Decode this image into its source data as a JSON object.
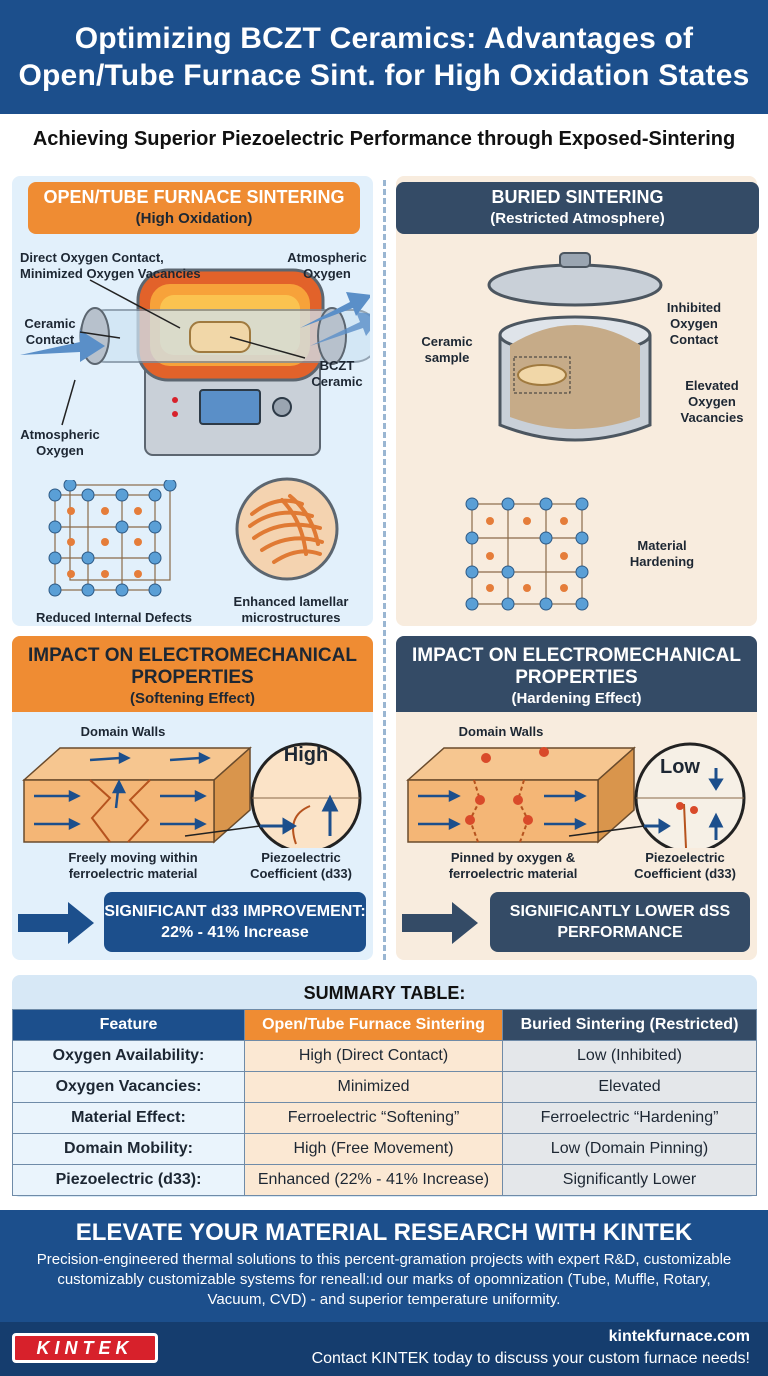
{
  "header": {
    "title_line1": "Optimizing BCZT Ceramics: Advantages of",
    "title_line2": "Open/Tube Furnace Sint. for High Oxidation States"
  },
  "subtitle": "Achieving Superior Piezoelectric Performance through Exposed-Sintering",
  "left": {
    "title": "OPEN/TUBE FURNACE SINTERING",
    "subtitle": "(High Oxidation)",
    "labels": {
      "direct_oxygen_1": "Direct Oxygen Contact,",
      "direct_oxygen_2": "Minimized Oxygen Vacancies",
      "atm_oxygen_top_1": "Atmospheric",
      "atm_oxygen_top_2": "Oxygen",
      "ceramic_contact_1": "Ceramic",
      "ceramic_contact_2": "Contact",
      "bczt_1": "BCZT",
      "bczt_2": "Ceramic",
      "atm_oxygen_bot_1": "Atmospheric",
      "atm_oxygen_bot_2": "Oxygen",
      "reduced_defects": "Reduced Internal Defects",
      "lamellar_1": "Enhanced lamellar",
      "lamellar_2": "microstructures"
    }
  },
  "right": {
    "title": "BURIED SINTERING",
    "subtitle": "(Restricted Atmosphere)",
    "labels": {
      "inhibited_1": "Inhibited",
      "inhibited_2": "Oxygen",
      "inhibited_3": "Contact",
      "ceramic_sample_1": "Ceramic",
      "ceramic_sample_2": "sample",
      "elevated_1": "Elevated",
      "elevated_2": "Oxygen",
      "elevated_3": "Vacancies",
      "hardening_1": "Material",
      "hardening_2": "Hardening"
    }
  },
  "impact_left": {
    "title_1": "IMPACT ON ELECTROMECHANICAL",
    "title_2": "PROPERTIES",
    "subtitle": "(Softening Effect)",
    "domain_walls": "Domain Walls",
    "level": "High",
    "caption_1": "Freely moving within",
    "caption_2": "ferroelectric material",
    "coef_1": "Piezoelectric",
    "coef_2": "Coefficient (d33)",
    "callout_1": "SIGNIFICANT d33 IMPROVEMENT:",
    "callout_2": "22% - 41% Increase"
  },
  "impact_right": {
    "title_1": "IMPACT ON ELECTROMECHANICAL",
    "title_2": "PROPERTIES",
    "subtitle": "(Hardening Effect)",
    "domain_walls": "Domain Walls",
    "level": "Low",
    "caption_1": "Pinned by oxygen &",
    "caption_2": "ferroelectric material",
    "coef_1": "Piezoelectric",
    "coef_2": "Coefficient (d33)",
    "callout_1": "SIGNIFICANTLY LOWER dSS",
    "callout_2": "PERFORMANCE"
  },
  "summary": {
    "title": "SUMMARY TABLE:",
    "headers": [
      "Feature",
      "Open/Tube Furnace Sintering",
      "Buried Sintering (Restricted)"
    ],
    "rows": [
      [
        "Oxygen Availability:",
        "High (Direct Contact)",
        "Low (Inhibited)"
      ],
      [
        "Oxygen Vacancies:",
        "Minimized",
        "Elevated"
      ],
      [
        "Material Effect:",
        "Ferroelectric “Softening”",
        "Ferroelectric “Hardening”"
      ],
      [
        "Domain Mobility:",
        "High (Free Movement)",
        "Low (Domain Pinning)"
      ],
      [
        "Piezoelectric (d33):",
        "Enhanced (22% - 41% Increase)",
        "Significantly Lower"
      ]
    ]
  },
  "footer": {
    "title": "ELEVATE YOUR MATERIAL RESEARCH WITH KINTEK",
    "body": "Precision-engineered thermal solutions to this percent-gramation projects with expert R&D, customizable customizably customizable systems for reneall:ıd our marks of opomnization (Tube, Muffle, Rotary, Vacuum, CVD) - and superior temperature uniformity.",
    "logo": "KINTEK",
    "site": "kintekfurnace.com",
    "contact": "Contact KINTEK today to discuss your custom furnace needs!"
  }
}
